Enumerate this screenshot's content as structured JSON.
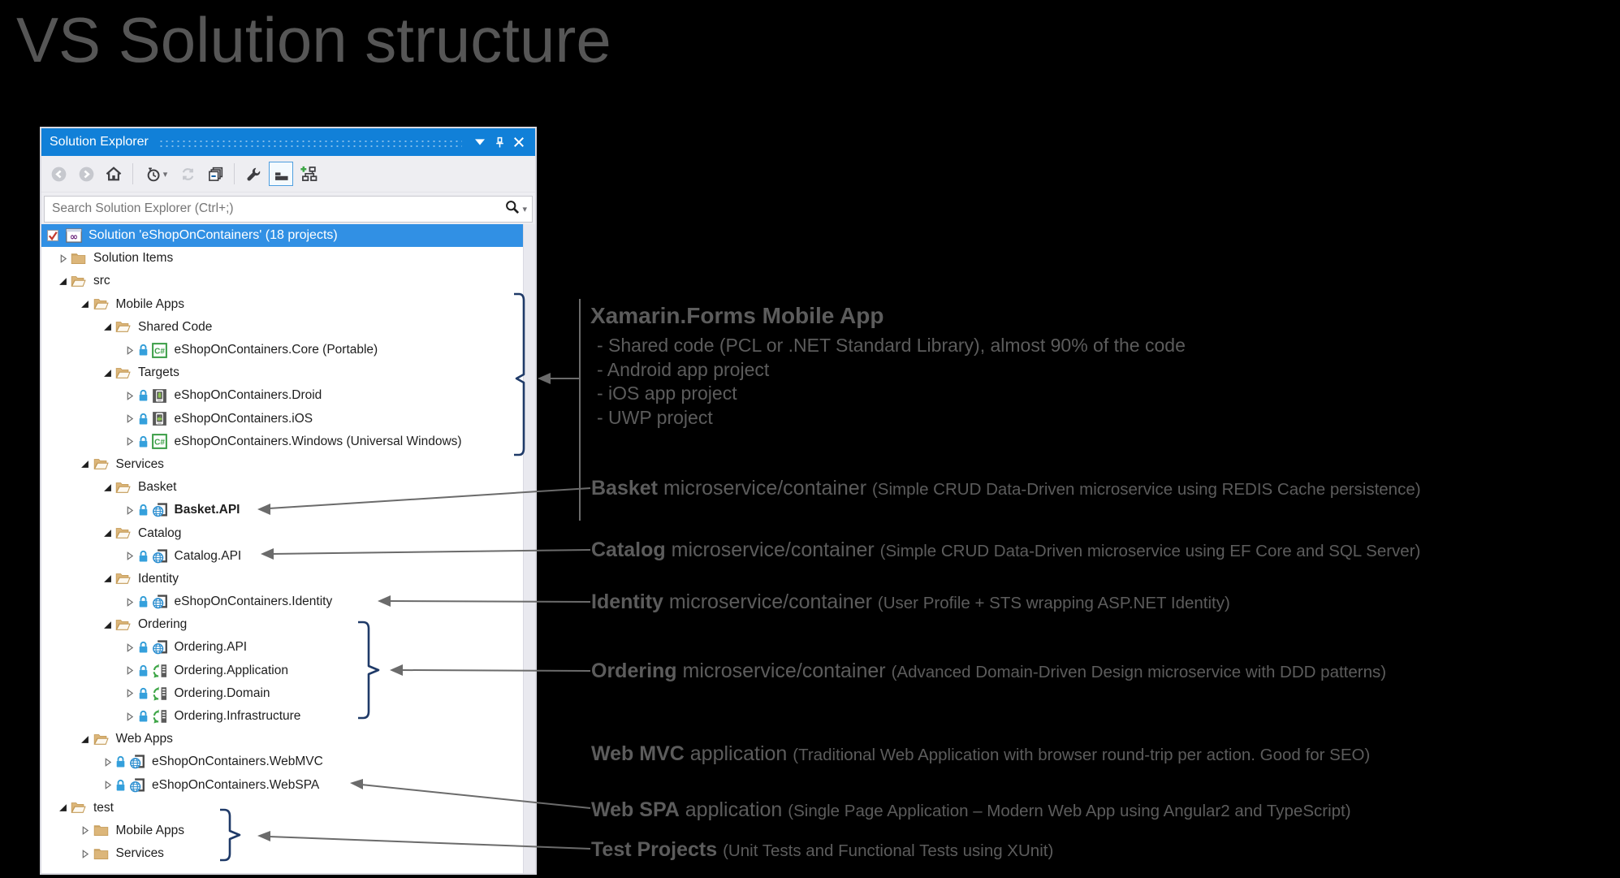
{
  "page": {
    "title": "VS Solution structure"
  },
  "window": {
    "title": "Solution Explorer",
    "search_placeholder": "Search Solution Explorer (Ctrl+;)",
    "titlebar_icons": [
      "chevron-down-icon",
      "pin-icon",
      "close-icon"
    ]
  },
  "toolbar": {
    "items": [
      {
        "icon": "navigate-back",
        "disabled": true
      },
      {
        "icon": "navigate-forward",
        "disabled": true
      },
      {
        "icon": "home"
      },
      {
        "sep": true
      },
      {
        "icon": "history-clock",
        "dropdown": true
      },
      {
        "icon": "sync",
        "disabled": true
      },
      {
        "icon": "collapse-all"
      },
      {
        "sep": true
      },
      {
        "icon": "properties-wrench"
      },
      {
        "icon": "preview-selected-items",
        "active": true
      },
      {
        "icon": "show-all-files"
      }
    ]
  },
  "tree": {
    "rows": [
      {
        "label": "Solution 'eShopOnContainers' (18 projects)",
        "level": 0,
        "icon": "solution",
        "expander": "none",
        "selected": true
      },
      {
        "label": "Solution Items",
        "level": 1,
        "icon": "folder-closed",
        "expander": "closed"
      },
      {
        "label": "src",
        "level": 1,
        "icon": "folder-open",
        "expander": "open"
      },
      {
        "label": "Mobile Apps",
        "level": 2,
        "icon": "folder-open",
        "expander": "open"
      },
      {
        "label": "Shared Code",
        "level": 3,
        "icon": "folder-open",
        "expander": "open"
      },
      {
        "label": "eShopOnContainers.Core (Portable)",
        "level": 4,
        "icon": "csharp",
        "expander": "closed",
        "lock": true
      },
      {
        "label": "Targets",
        "level": 3,
        "icon": "folder-open",
        "expander": "open"
      },
      {
        "label": "eShopOnContainers.Droid",
        "level": 4,
        "icon": "droid",
        "expander": "closed",
        "lock": true
      },
      {
        "label": "eShopOnContainers.iOS",
        "level": 4,
        "icon": "ios",
        "expander": "closed",
        "lock": true
      },
      {
        "label": "eShopOnContainers.Windows (Universal Windows)",
        "level": 4,
        "icon": "csharp",
        "expander": "closed",
        "lock": true
      },
      {
        "label": "Services",
        "level": 2,
        "icon": "folder-open",
        "expander": "open"
      },
      {
        "label": "Basket",
        "level": 3,
        "icon": "folder-open",
        "expander": "open"
      },
      {
        "label": "Basket.API",
        "level": 4,
        "icon": "web",
        "expander": "closed",
        "lock": true,
        "bold": true
      },
      {
        "label": "Catalog",
        "level": 3,
        "icon": "folder-open",
        "expander": "open"
      },
      {
        "label": "Catalog.API",
        "level": 4,
        "icon": "web",
        "expander": "closed",
        "lock": true
      },
      {
        "label": "Identity",
        "level": 3,
        "icon": "folder-open",
        "expander": "open"
      },
      {
        "label": "eShopOnContainers.Identity",
        "level": 4,
        "icon": "web",
        "expander": "closed",
        "lock": true
      },
      {
        "label": "Ordering",
        "level": 3,
        "icon": "folder-open",
        "expander": "open"
      },
      {
        "label": "Ordering.API",
        "level": 4,
        "icon": "web",
        "expander": "closed",
        "lock": true
      },
      {
        "label": "Ordering.Application",
        "level": 4,
        "icon": "classlib",
        "expander": "closed",
        "lock": true
      },
      {
        "label": "Ordering.Domain",
        "level": 4,
        "icon": "classlib",
        "expander": "closed",
        "lock": true
      },
      {
        "label": "Ordering.Infrastructure",
        "level": 4,
        "icon": "classlib",
        "expander": "closed",
        "lock": true
      },
      {
        "label": "Web Apps",
        "level": 2,
        "icon": "folder-open",
        "expander": "open"
      },
      {
        "label": "eShopOnContainers.WebMVC",
        "level": 3,
        "icon": "web",
        "expander": "closed",
        "lock": true
      },
      {
        "label": "eShopOnContainers.WebSPA",
        "level": 3,
        "icon": "web",
        "expander": "closed",
        "lock": true
      },
      {
        "label": "test",
        "level": 1,
        "icon": "folder-open",
        "expander": "open"
      },
      {
        "label": "Mobile Apps",
        "level": 2,
        "icon": "folder-closed",
        "expander": "closed"
      },
      {
        "label": "Services",
        "level": 2,
        "icon": "folder-closed",
        "expander": "closed"
      }
    ]
  },
  "annotations": [
    {
      "id": "xamarin",
      "header": "Xamarin.Forms Mobile App",
      "items": [
        "- Shared code (PCL or .NET Standard Library), almost 90% of the code",
        "- Android app project",
        "- iOS app project",
        "- UWP project"
      ]
    },
    {
      "id": "basket",
      "bold": "Basket",
      "mid": " microservice/container ",
      "small": "(Simple CRUD Data-Driven microservice using REDIS Cache persistence)"
    },
    {
      "id": "catalog",
      "bold": "Catalog",
      "mid": " microservice/container ",
      "small": "(Simple CRUD Data-Driven microservice using EF Core and SQL Server)"
    },
    {
      "id": "identity",
      "bold": "Identity",
      "mid": " microservice/container ",
      "small": "(User Profile + STS wrapping ASP.NET Identity)"
    },
    {
      "id": "ordering",
      "bold": "Ordering",
      "mid": " microservice/container ",
      "small": "(Advanced Domain-Driven Design microservice with DDD patterns)"
    },
    {
      "id": "webmvc",
      "bold": "Web MVC",
      "mid": " application ",
      "small": "(Traditional Web Application with browser round-trip per action. Good for SEO)"
    },
    {
      "id": "webspa",
      "bold": "Web SPA",
      "mid": " application ",
      "small": "(Single Page Application – Modern Web App using Angular2 and TypeScript)"
    },
    {
      "id": "test",
      "bold": "Test Projects",
      "mid": " ",
      "small": "(Unit Tests and Functional Tests using XUnit)"
    }
  ],
  "colors": {
    "titlebar_blue": "#1180D8",
    "selection_blue": "#3190E4",
    "folder_tan": "#DCB67A",
    "bracket_navy": "#1F3A68",
    "connector_gray": "#6B6B6B",
    "annotation_gray": "#5C5C5C",
    "toolbar_bg": "#EEEEF2",
    "lock_blue": "#35A0DC",
    "csharp_green": "#3A9E46"
  }
}
